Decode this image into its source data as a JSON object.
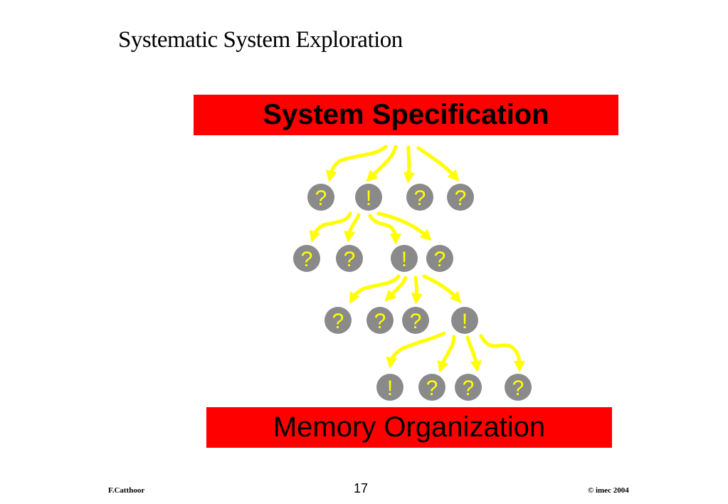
{
  "slide": {
    "title": "Systematic System Exploration",
    "top_box": "System Specification",
    "bottom_box": "Memory Organization"
  },
  "levels": [
    [
      "?",
      "!",
      "?",
      "?"
    ],
    [
      "?",
      "?",
      "!",
      "?"
    ],
    [
      "?",
      "?",
      "?",
      "!"
    ],
    [
      "!",
      "?",
      "?",
      "?"
    ]
  ],
  "colors": {
    "banner": "#ff0000",
    "arrow": "#ffff00",
    "node": "#8a8a8a",
    "node_text": "#ffff00"
  },
  "footer": {
    "author": "F.Catthoor",
    "page": "17",
    "copyright": "© imec 2004"
  }
}
